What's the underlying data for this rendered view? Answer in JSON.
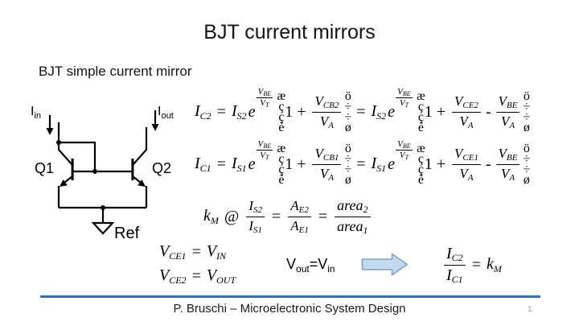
{
  "title": "BJT current mirrors",
  "subtitle": "BJT simple current mirror",
  "circuit": {
    "iin": {
      "main": "I",
      "sub": "in"
    },
    "iout": {
      "main": "I",
      "sub": "out"
    },
    "q1": "Q1",
    "q2": "Q2",
    "ref": "Ref"
  },
  "sym": {
    "equals": "=",
    "plus": "+",
    "minus": "-",
    "one": "1",
    "defeq": "@",
    "e": "e",
    "lparen_top": "æ",
    "lparen_ext": "ç",
    "lparen_bot": "è",
    "rparen_top": "ö",
    "rparen_ext": "÷",
    "rparen_bot": "ø"
  },
  "vars": {
    "I": "I",
    "V": "V",
    "A": "A",
    "k": "k",
    "area": "area"
  },
  "subs": {
    "C1": "C1",
    "C2": "C2",
    "S1": "S1",
    "S2": "S2",
    "BE": "BE",
    "T": "T",
    "A": "A",
    "CB1": "CB1",
    "CB2": "CB2",
    "CE1": "CE1",
    "CE2": "CE2",
    "E1": "E1",
    "E2": "E2",
    "M": "M",
    "IN": "IN",
    "OUT": "OUT",
    "n1": "1",
    "n2": "2"
  },
  "vout_vin": {
    "lhs": "V",
    "lhs_sub": "out",
    "equals": "=",
    "rhs": "V",
    "rhs_sub": "in"
  },
  "footer": {
    "text": "P. Bruschi – Microelectronic System Design",
    "page": "1"
  },
  "colors": {
    "divider": "#2577be",
    "arrow_fill": "#c3d9ee",
    "arrow_stroke": "#7da3cc"
  }
}
